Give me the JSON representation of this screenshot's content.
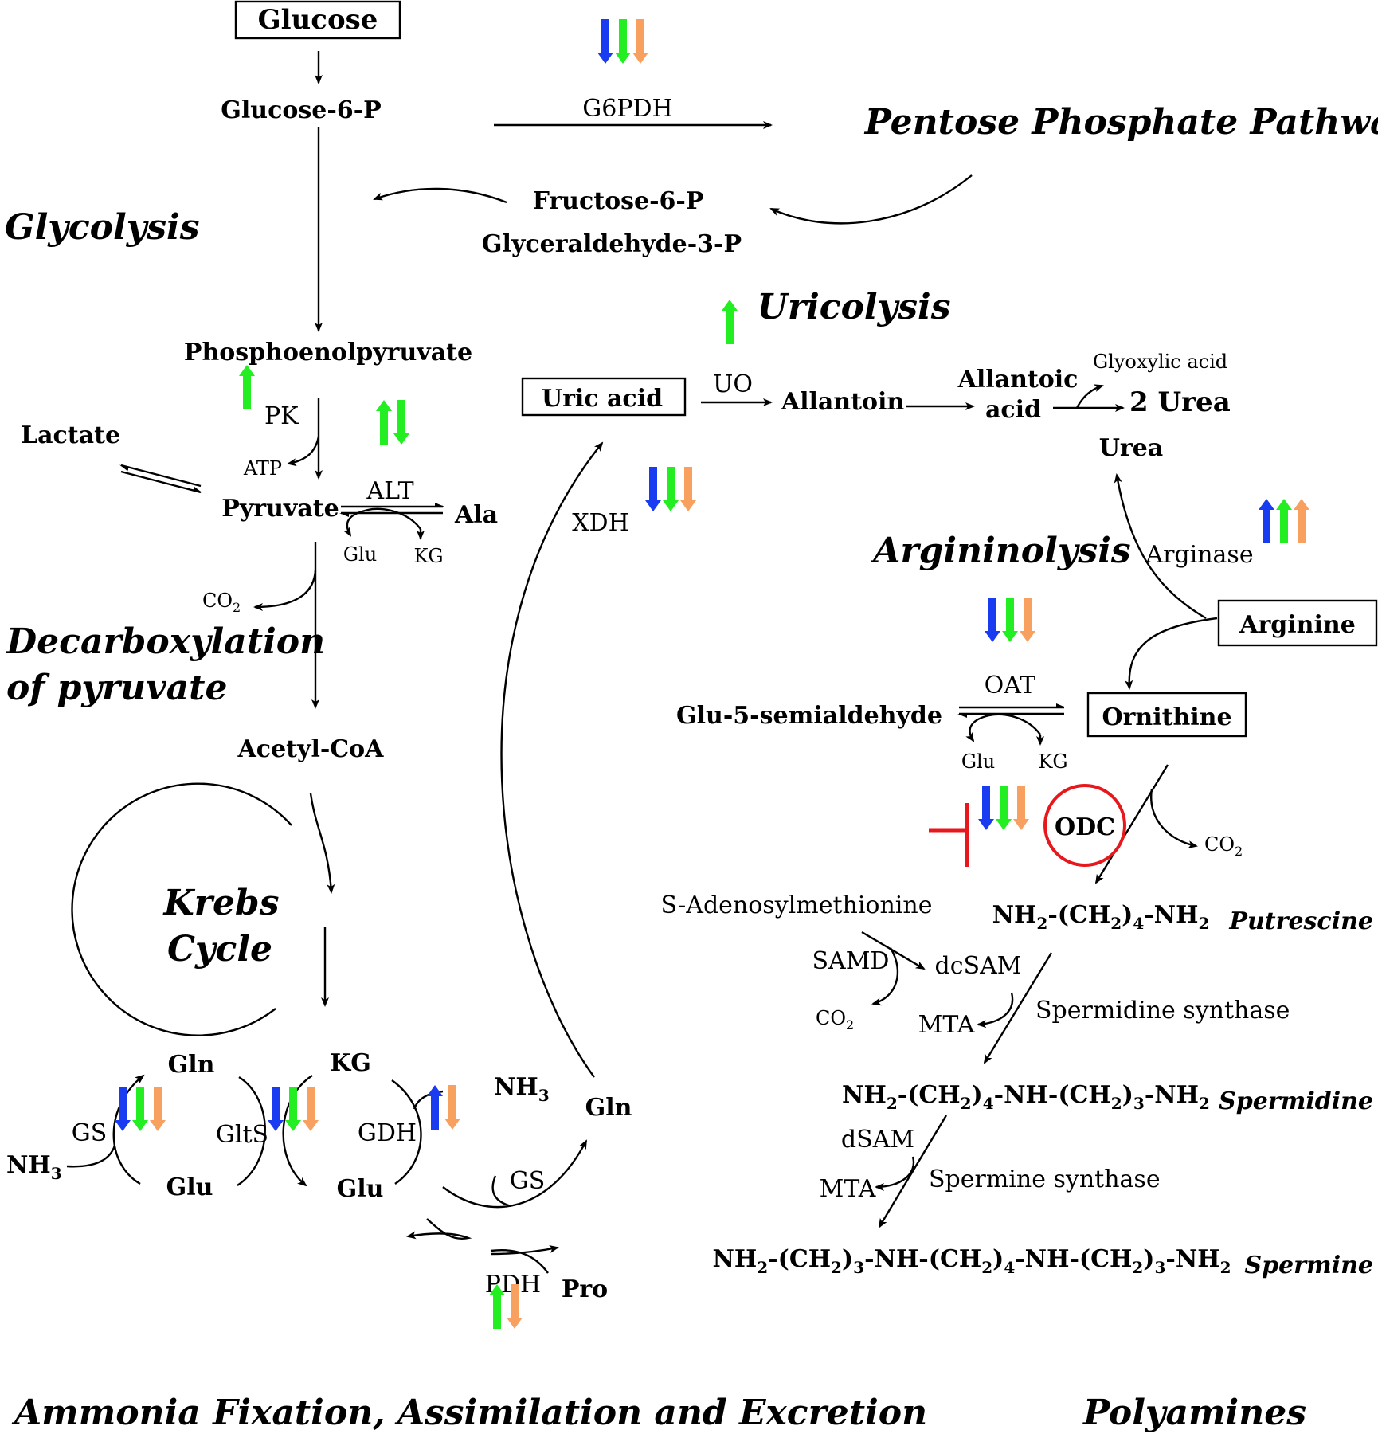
{
  "pathways": {
    "pentose": "Pentose Phosphate Pathway",
    "glycolysis": "Glycolysis",
    "uricolysis": "Uricolysis",
    "argininolysis": "Argininolysis",
    "decarb1": "Decarboxylation",
    "decarb2": "of pyruvate",
    "krebs1": "Krebs",
    "krebs2": "Cycle",
    "ammonia": "Ammonia Fixation, Assimilation and Excretion",
    "polyamines": "Polyamines"
  },
  "metabolites": {
    "glucose": "Glucose",
    "g6p": "Glucose-6-P",
    "f6p": "Fructose-6-P",
    "gap": "Glyceraldehyde-3-P",
    "pep": "Phosphoenolpyruvate",
    "lactate": "Lactate",
    "atp": "ATP",
    "pyruvate": "Pyruvate",
    "ala": "Ala",
    "glu_alt": "Glu",
    "kg_alt": "KG",
    "co2_pyr": "CO",
    "acetylcoa": "Acetyl-CoA",
    "uric_acid": "Uric acid",
    "allantoin": "Allantoin",
    "allantoic1": "Allantoic",
    "allantoic2": "acid",
    "glyoxylic": "Glyoxylic acid",
    "urea2": "2 Urea",
    "urea": "Urea",
    "arginine": "Arginine",
    "glu5sa": "Glu-5-semialdehyde",
    "ornithine": "Ornithine",
    "glu_oat": "Glu",
    "kg_oat": "KG",
    "co2_odc": "CO",
    "sam": "S-Adenosylmethionine",
    "dcsam": "dcSAM",
    "co2_samd": "CO",
    "mta1": "MTA",
    "dsam": "dSAM",
    "mta2": "MTA",
    "gln1": "Gln",
    "kg": "KG",
    "nh3_a": "NH",
    "nh3_b": "NH",
    "glu1": "Glu",
    "glu2": "Glu",
    "gln2": "Gln",
    "pro": "Pro",
    "co2_sub": "2",
    "nh3_sub": "3"
  },
  "enzymes": {
    "g6pdh": "G6PDH",
    "pk": "PK",
    "alt": "ALT",
    "uo": "UO",
    "xdh": "XDH",
    "arginase": "Arginase",
    "oat": "OAT",
    "odc": "ODC",
    "samd": "SAMD",
    "spd_synth": "Spermidine synthase",
    "spm_synth": "Spermine synthase",
    "gs1": "GS",
    "glts": "GltS",
    "gdh": "GDH",
    "gs2": "GS",
    "pdh": "PDH"
  },
  "polyamine_formulas": {
    "putrescine": {
      "name": "Putrescine"
    },
    "spermidine": {
      "name": "Spermidine"
    },
    "spermine": {
      "name": "Spermine"
    }
  },
  "colors": {
    "blue": "#1a3cf0",
    "green": "#22ee22",
    "orange": "#f7a060",
    "red": "#e8171b"
  },
  "regulation": {
    "g6pdh": [
      "down-blue",
      "down-green",
      "down-orange"
    ],
    "pk": [
      "up-green"
    ],
    "alt": [
      "up-green",
      "down-green"
    ],
    "uo": [
      "up-green"
    ],
    "xdh": [
      "down-blue",
      "down-green",
      "down-orange"
    ],
    "arginase": [
      "up-blue",
      "up-green",
      "up-orange"
    ],
    "oat": [
      "down-blue",
      "down-green",
      "down-orange"
    ],
    "odc": [
      "down-blue",
      "down-green",
      "down-orange"
    ],
    "gs": [
      "down-blue",
      "down-green",
      "down-orange"
    ],
    "glts": [
      "down-blue",
      "down-green",
      "down-orange"
    ],
    "gdh": [
      "up-blue",
      "down-orange"
    ],
    "pdh": [
      "up-green",
      "down-orange"
    ]
  }
}
